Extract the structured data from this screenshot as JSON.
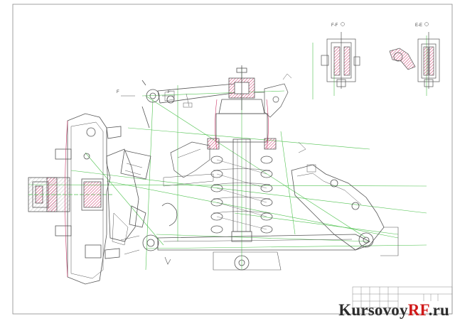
{
  "colors": {
    "outline": "#555555",
    "hatch": "#cc3366",
    "construction": "#4fc24f",
    "frame": "#888888",
    "watermark": "#2c2c2c",
    "watermark_accent": "#d01818"
  },
  "labels": {
    "section_ff": "F-F",
    "section_ee": "E-E",
    "mark_f_left": "F",
    "mark_f_right": "F"
  },
  "watermark": {
    "prefix": "Kursovoy",
    "accent": "RF",
    "suffix": ".ru"
  }
}
